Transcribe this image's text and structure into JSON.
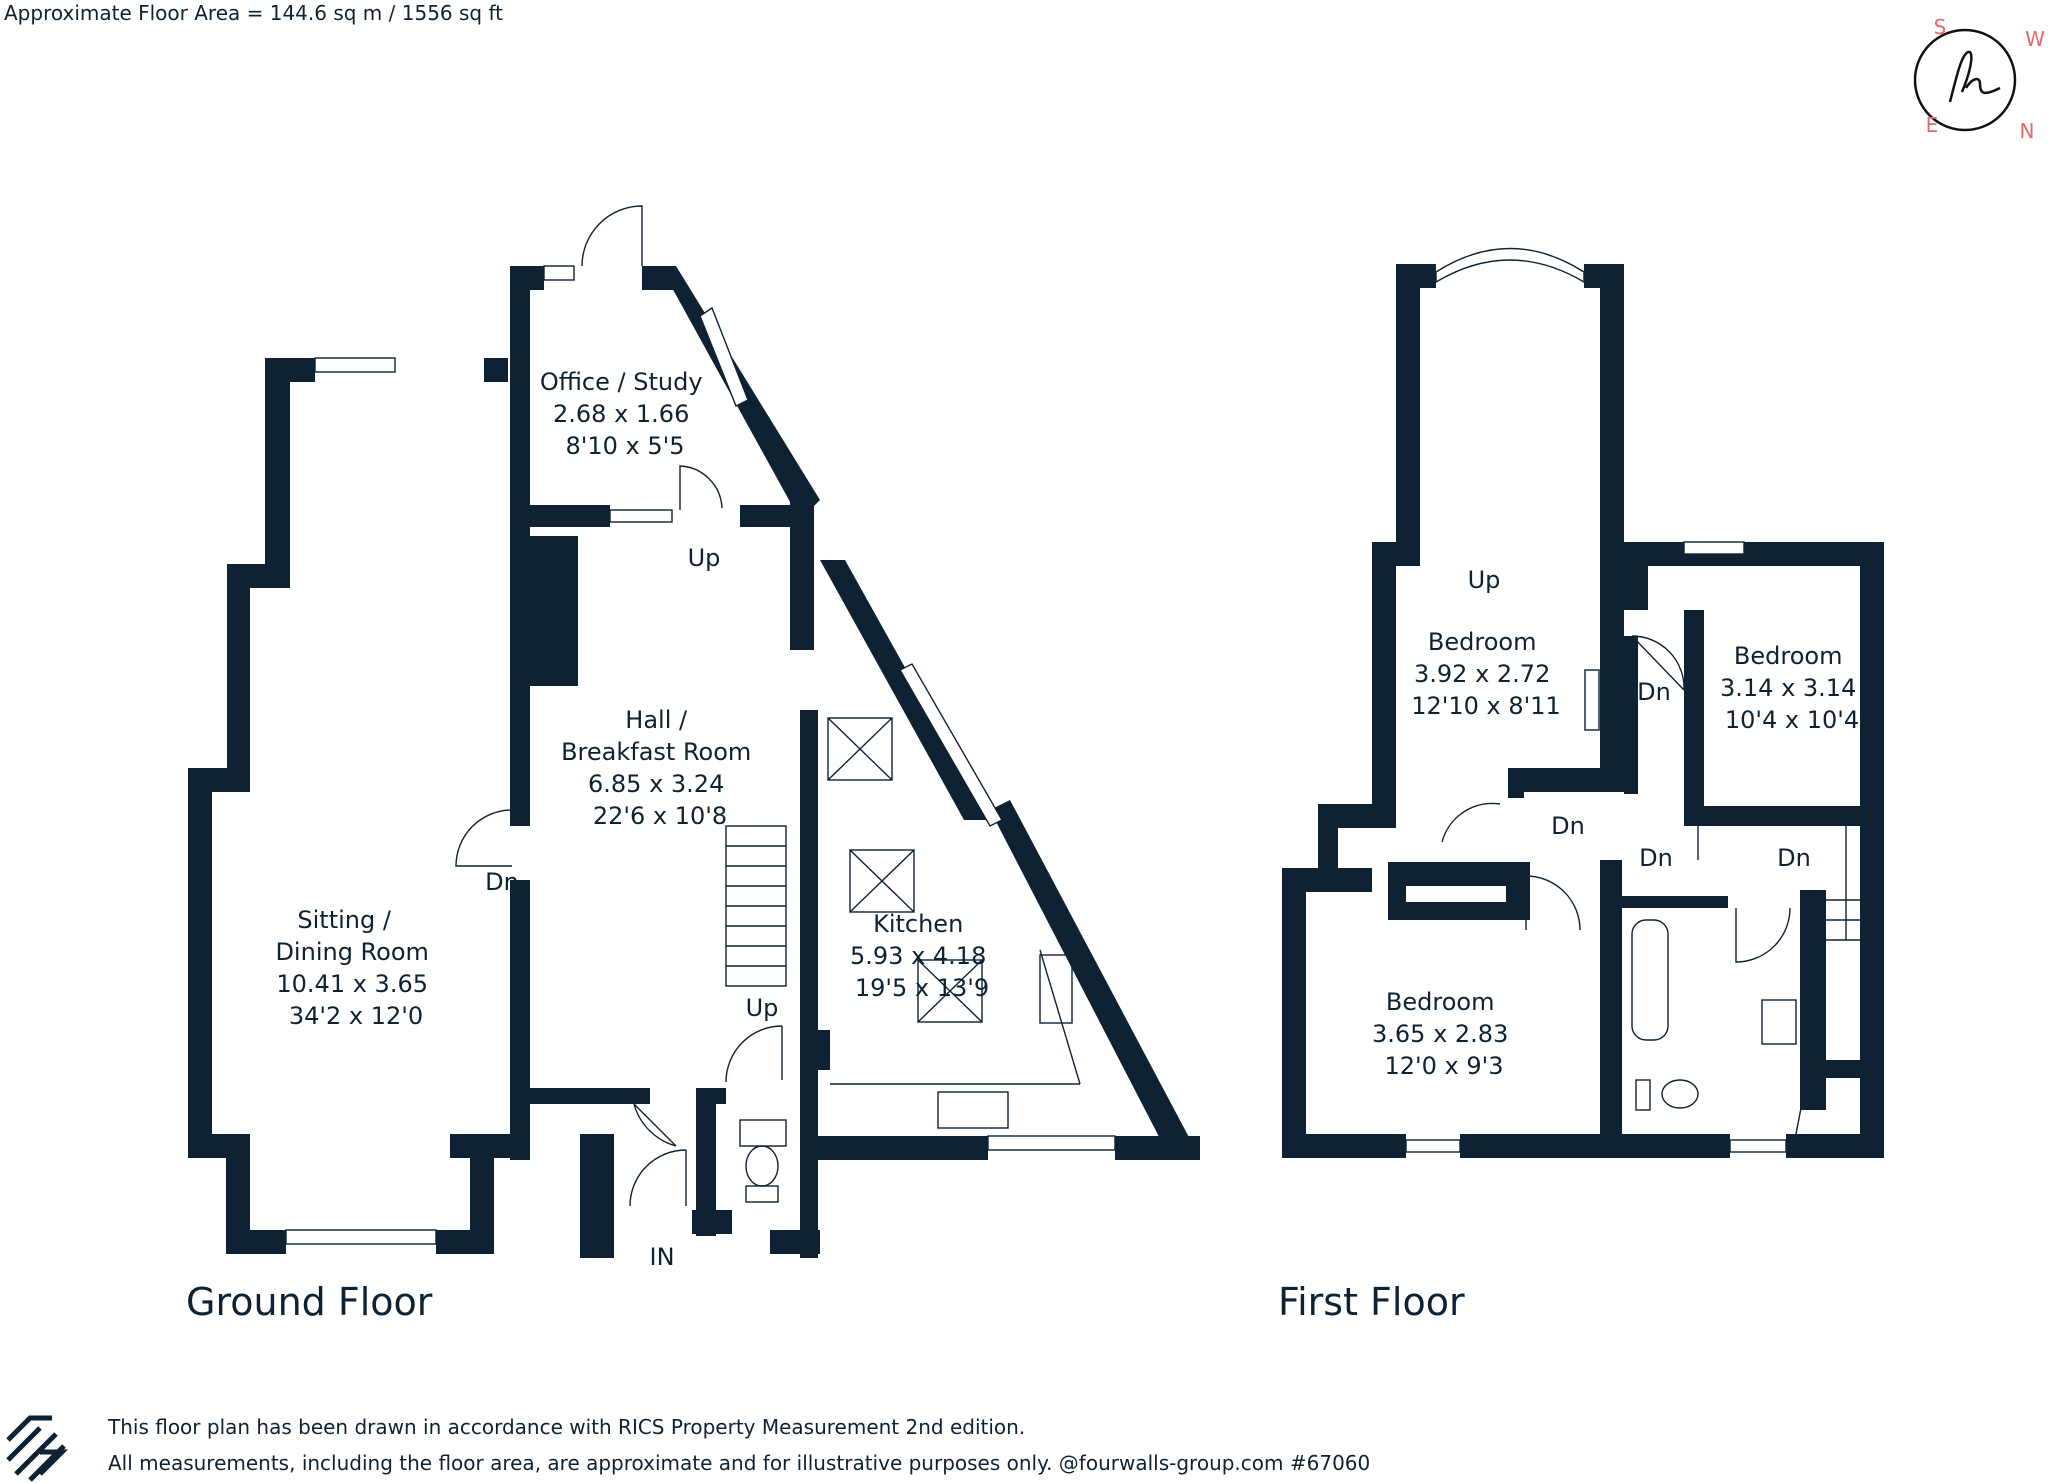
{
  "header": {
    "floor_area": "Approximate Floor Area = 144.6 sq m / 1556 sq ft"
  },
  "compass": {
    "s": "S",
    "w": "W",
    "e": "E",
    "n": "N"
  },
  "ground_floor": {
    "title": "Ground Floor",
    "office": [
      "Office / Study",
      "2.68 x 1.66",
      "8'10 x 5'5"
    ],
    "hall": [
      "Hall /",
      "Breakfast Room",
      "6.85 x 3.24",
      "22'6 x 10'8"
    ],
    "sitting": [
      "Sitting /",
      "Dining Room",
      "10.41 x 3.65",
      "34'2 x 12'0"
    ],
    "kitchen": [
      "Kitchen",
      "5.93 x 4.18",
      "19'5 x 13'9"
    ],
    "up1": "Up",
    "up2": "Up",
    "dn": "Dn",
    "in": "IN"
  },
  "first_floor": {
    "title": "First Floor",
    "bed1": [
      "Bedroom",
      "3.92 x 2.72",
      "12'10 x 8'11"
    ],
    "bed2": [
      "Bedroom",
      "3.14 x 3.14",
      "10'4 x 10'4"
    ],
    "bed3": [
      "Bedroom",
      "3.65 x 2.83",
      "12'0 x 9'3"
    ],
    "up": "Up",
    "dn1": "Dn",
    "dn2": "Dn",
    "dn3": "Dn",
    "dn4": "Dn"
  },
  "footer": {
    "line1": "This floor plan has been drawn in accordance with RICS Property Measurement 2nd edition.",
    "line2": "All measurements, including the floor area, are approximate and for illustrative purposes only. @fourwalls-group.com #67060"
  },
  "colors": {
    "wall": "#0f2233",
    "compass_accent": "#e56b6b"
  }
}
